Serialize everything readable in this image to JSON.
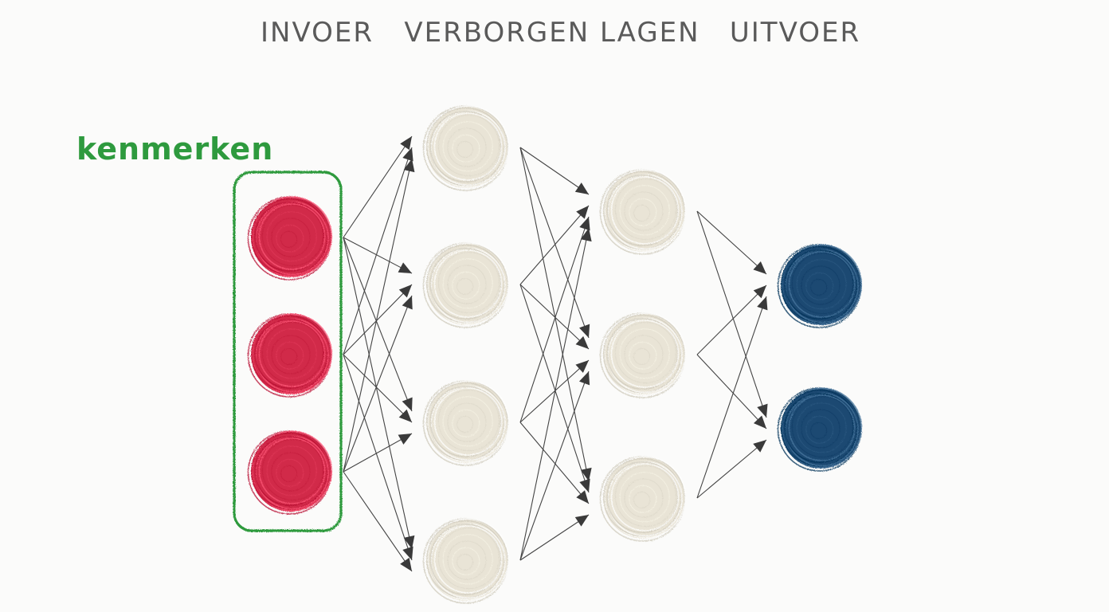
{
  "titles": {
    "input": "INVOER",
    "hidden": "VERBORGEN LAGEN",
    "output": "UITVOER"
  },
  "feature_label": "kenmerken",
  "colors": {
    "input_node": "#d12a4a",
    "hidden_node": "#e9e4d6",
    "output_node": "#1c4a72",
    "feature_box": "#2e9a3e",
    "edge": "#444444",
    "title_text": "#5a5a5a"
  },
  "layers": [
    {
      "name": "input",
      "nodes": 3
    },
    {
      "name": "hidden-1",
      "nodes": 4
    },
    {
      "name": "hidden-2",
      "nodes": 3
    },
    {
      "name": "output",
      "nodes": 2
    }
  ],
  "connectivity": "fully-connected"
}
